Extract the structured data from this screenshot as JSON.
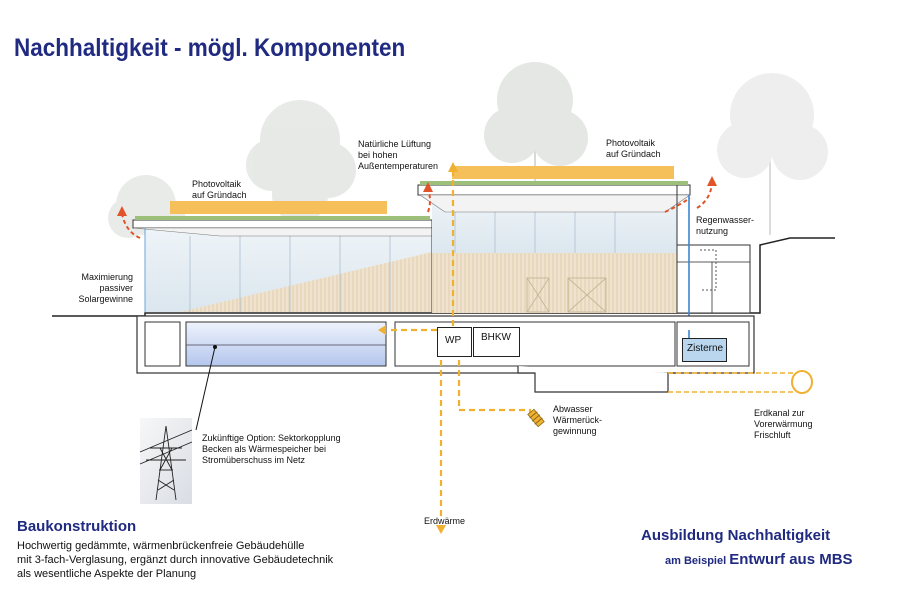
{
  "title": "Nachhaltigkeit - mögl. Komponenten",
  "labels": {
    "pv_left": [
      "Photovoltaik",
      "auf Gründach"
    ],
    "pv_right": [
      "Photovoltaik",
      "auf Gründach"
    ],
    "ventilation": [
      "Natürliche Lüftung",
      "bei hohen",
      "Außentemperaturen"
    ],
    "rainwater": [
      "Regenwasser-",
      "nutzung"
    ],
    "solar": [
      "Maximierung",
      "passiver",
      "Solargewinne"
    ],
    "wp": "WP",
    "bhkw": "BHKW",
    "cistern": "Zisterne",
    "wastewater": [
      "Abwasser",
      "Wärmerück-",
      "gewinnung"
    ],
    "earth_channel": [
      "Erdkanal zur",
      "Vorerwärmung",
      "Frischluft"
    ],
    "sector": [
      "Zukünftige Option: Sektorkopplung",
      "Becken als Wärmespeicher bei",
      "Stromüberschuss im Netz"
    ],
    "geothermal": "Erdwärme"
  },
  "construction": {
    "title": "Baukonstruktion",
    "lines": [
      "Hochwertig gedämmte, wärmenbrückenfreie Gebäudehülle",
      "mit 3-fach-Verglasung, ergänzt durch innovative Gebäudetechnik",
      "als wesentliche Aspekte der Planung"
    ]
  },
  "footer": {
    "line1": "Ausbildung Nachhaltigkeit",
    "line2_prefix": "am Beispiel",
    "line2_highlight": "Entwurf aus MBS"
  },
  "colors": {
    "title": "#1f2a80",
    "pv_panel": "#f5c05a",
    "arrow_heat": "#f0b030",
    "arrow_air": "#e2532a",
    "water_blue": "#3b86d4",
    "cistern_fill": "#b9d6ee"
  },
  "icons": [
    "tree-icon",
    "power-pylon-icon",
    "pump-icon"
  ]
}
